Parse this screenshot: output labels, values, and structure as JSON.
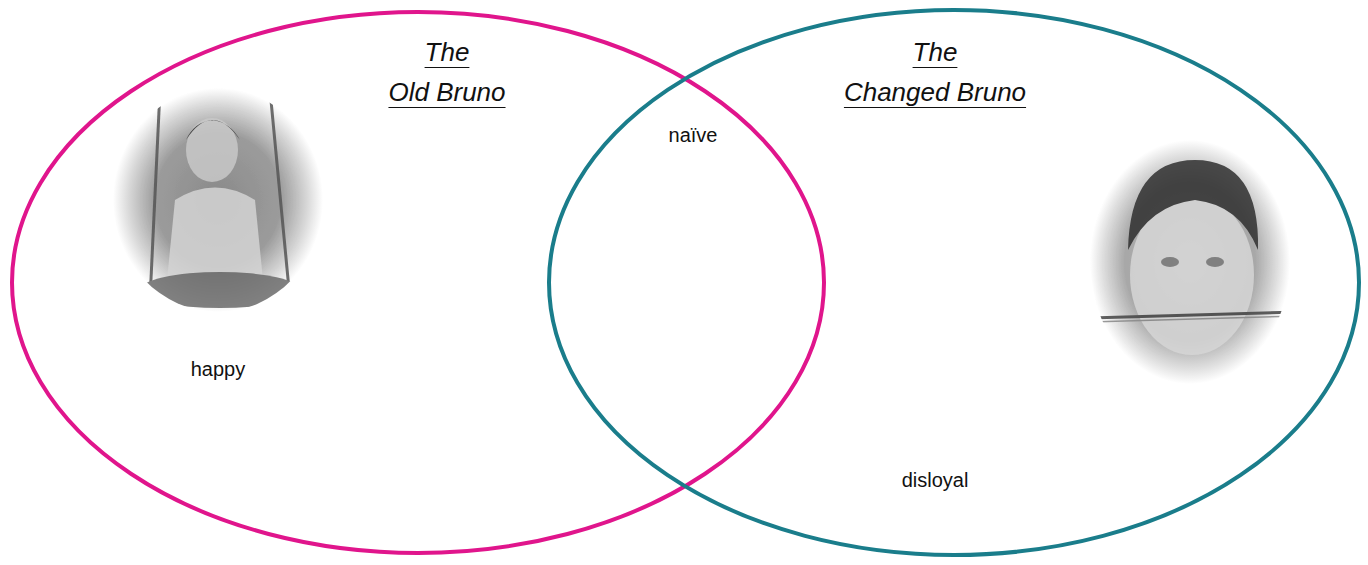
{
  "diagram": {
    "nodes": [
      {
        "text": [
          "The Old Bruno",
          "happy"
        ]
      },
      {
        "text": [
          "The Changed Bruno",
          "disloyal"
        ]
      }
    ],
    "labels": [
      "naïve"
    ]
  }
}
